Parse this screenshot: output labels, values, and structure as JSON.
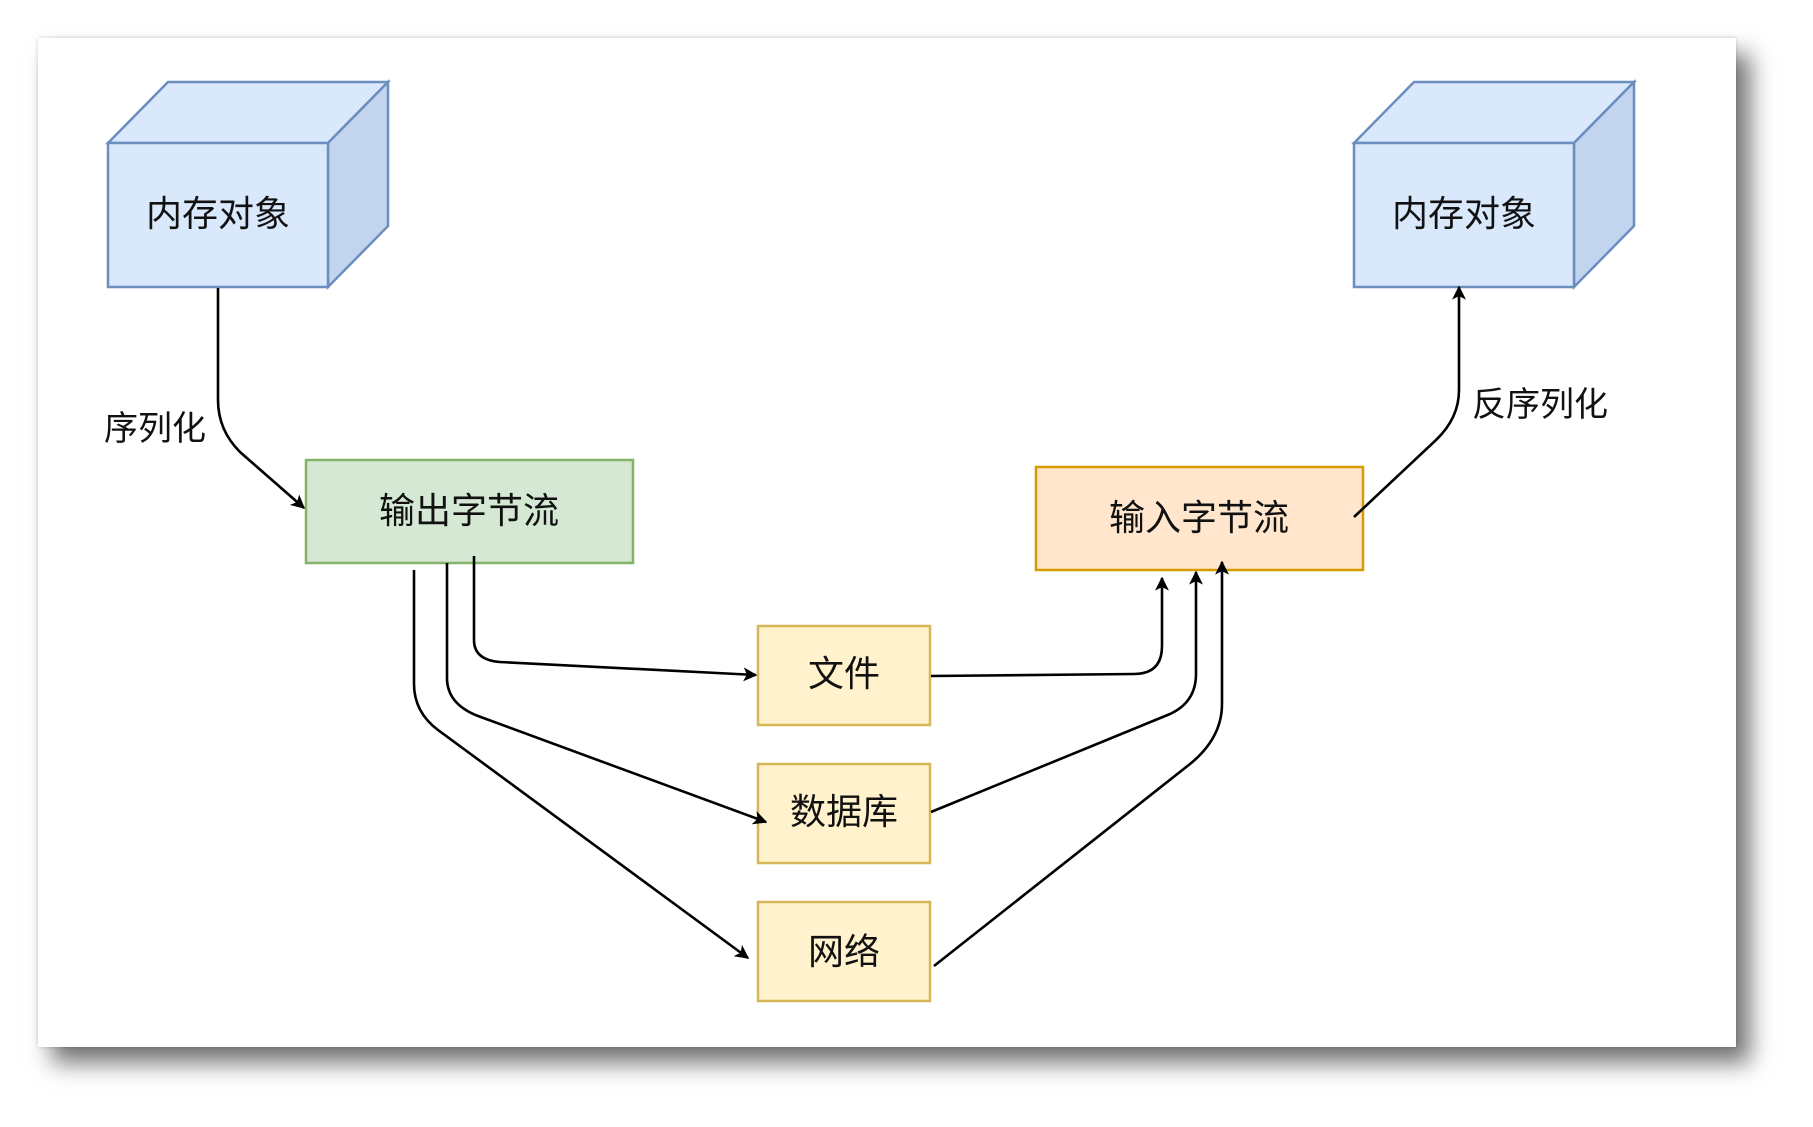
{
  "nodes": {
    "memory_object_left": "内存对象",
    "memory_object_right": "内存对象",
    "output_byte_stream": "输出字节流",
    "input_byte_stream": "输入字节流",
    "file": "文件",
    "database": "数据库",
    "network": "网络"
  },
  "edge_labels": {
    "serialize": "序列化",
    "deserialize": "反序列化"
  },
  "colors": {
    "cube_fill": "#dae8fc",
    "cube_side": "#c2d4ee",
    "cube_stroke": "#6c8ebf",
    "output_fill": "#d5e8d4",
    "output_stroke": "#82b366",
    "input_fill": "#ffe6cc",
    "input_stroke": "#d79b00",
    "storage_fill": "#fff2cc",
    "storage_stroke": "#d6b656"
  }
}
